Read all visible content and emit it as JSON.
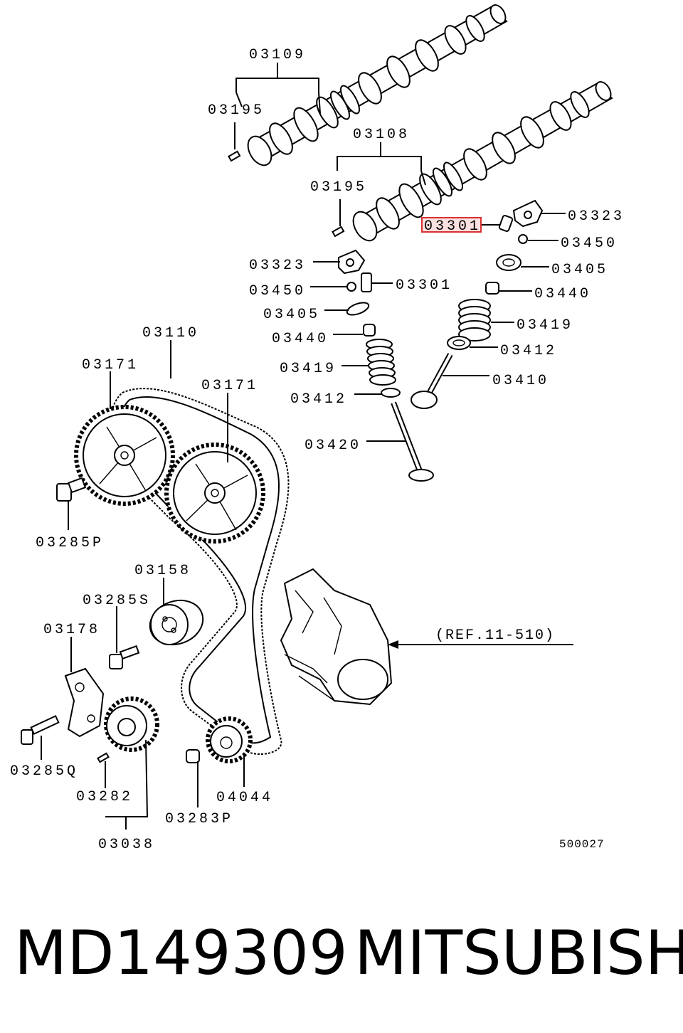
{
  "labels": {
    "l03109": "03109",
    "l03195a": "03195",
    "l03108": "03108",
    "l03195b": "03195",
    "l03301a": "03301",
    "l03323a": "03323",
    "l03450a": "03450",
    "l03405a": "03405",
    "l03440a": "03440",
    "l03419a": "03419",
    "l03412a": "03412",
    "l03410": "03410",
    "l03323b": "03323",
    "l03301b": "03301",
    "l03450b": "03450",
    "l03405b": "03405",
    "l03440b": "03440",
    "l03419b": "03419",
    "l03412b": "03412",
    "l03420": "03420",
    "l03110": "03110",
    "l03171a": "03171",
    "l03171b": "03171",
    "l03285p": "03285P",
    "l03158": "03158",
    "l03285s": "03285S",
    "l03178": "03178",
    "l03285q": "03285Q",
    "l03282": "03282",
    "l03038": "03038",
    "l03283p": "03283P",
    "l04044": "04044",
    "ref": "(REF.11-510)",
    "code": "500027"
  },
  "highlighted_part": "03301",
  "caption": {
    "part_number": "MD149309",
    "brand": "MITSUBISHI"
  },
  "colors": {
    "highlight": "#d93030",
    "ink": "#000000",
    "background": "#ffffff"
  }
}
